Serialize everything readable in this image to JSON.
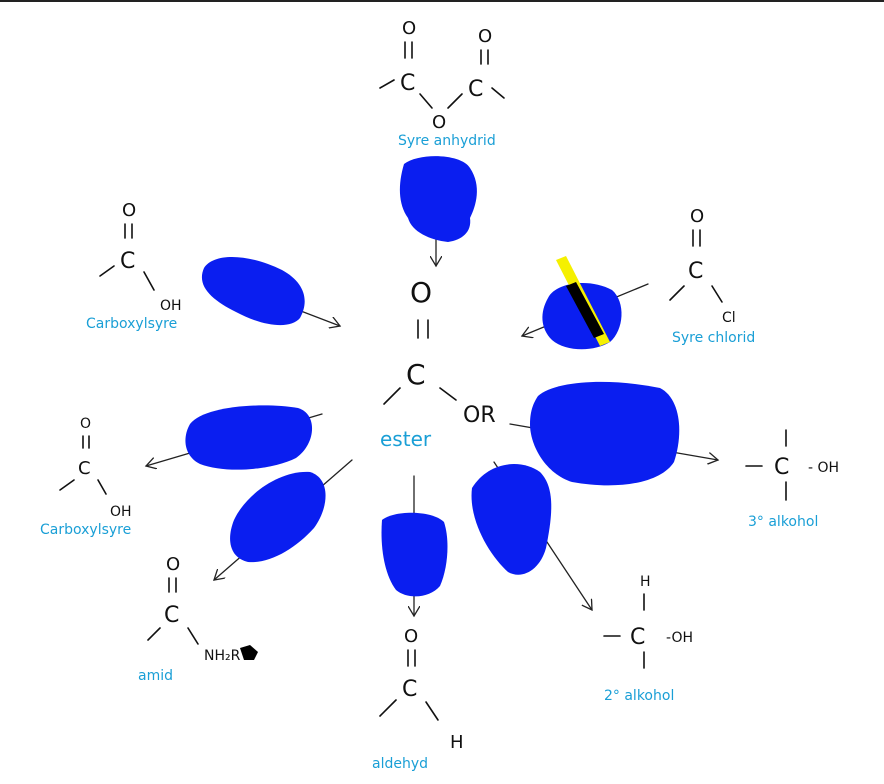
{
  "center": {
    "name": "ester",
    "O": "O",
    "C": "C",
    "OR": "OR"
  },
  "anhydride": {
    "name": "Syre anhydrid",
    "O": "O",
    "C": "C"
  },
  "carboxylic_top": {
    "name": "Carboxylsyre",
    "O": "O",
    "C": "C",
    "OH": "OH"
  },
  "acid_chloride": {
    "name": "Syre chlorid",
    "O": "O",
    "C": "C",
    "Cl": "Cl"
  },
  "carboxylic_left": {
    "name": "Carboxylsyre",
    "O": "O",
    "C": "C",
    "OH": "OH"
  },
  "amide": {
    "name": "amid",
    "O": "O",
    "C": "C",
    "NH2": "NH₂R"
  },
  "aldehyde": {
    "name": "aldehyd",
    "O": "O",
    "C": "C",
    "H": "H"
  },
  "alcohol_2": {
    "name": "2° alkohol",
    "C": "C",
    "H": "H",
    "OH": "-OH"
  },
  "alcohol_3": {
    "name": "3° alkohol",
    "C": "C",
    "OH": "- OH"
  },
  "colors": {
    "label": "#1a9fd6",
    "scribble": "#0a1ef0",
    "highlight": "#f5f000"
  }
}
